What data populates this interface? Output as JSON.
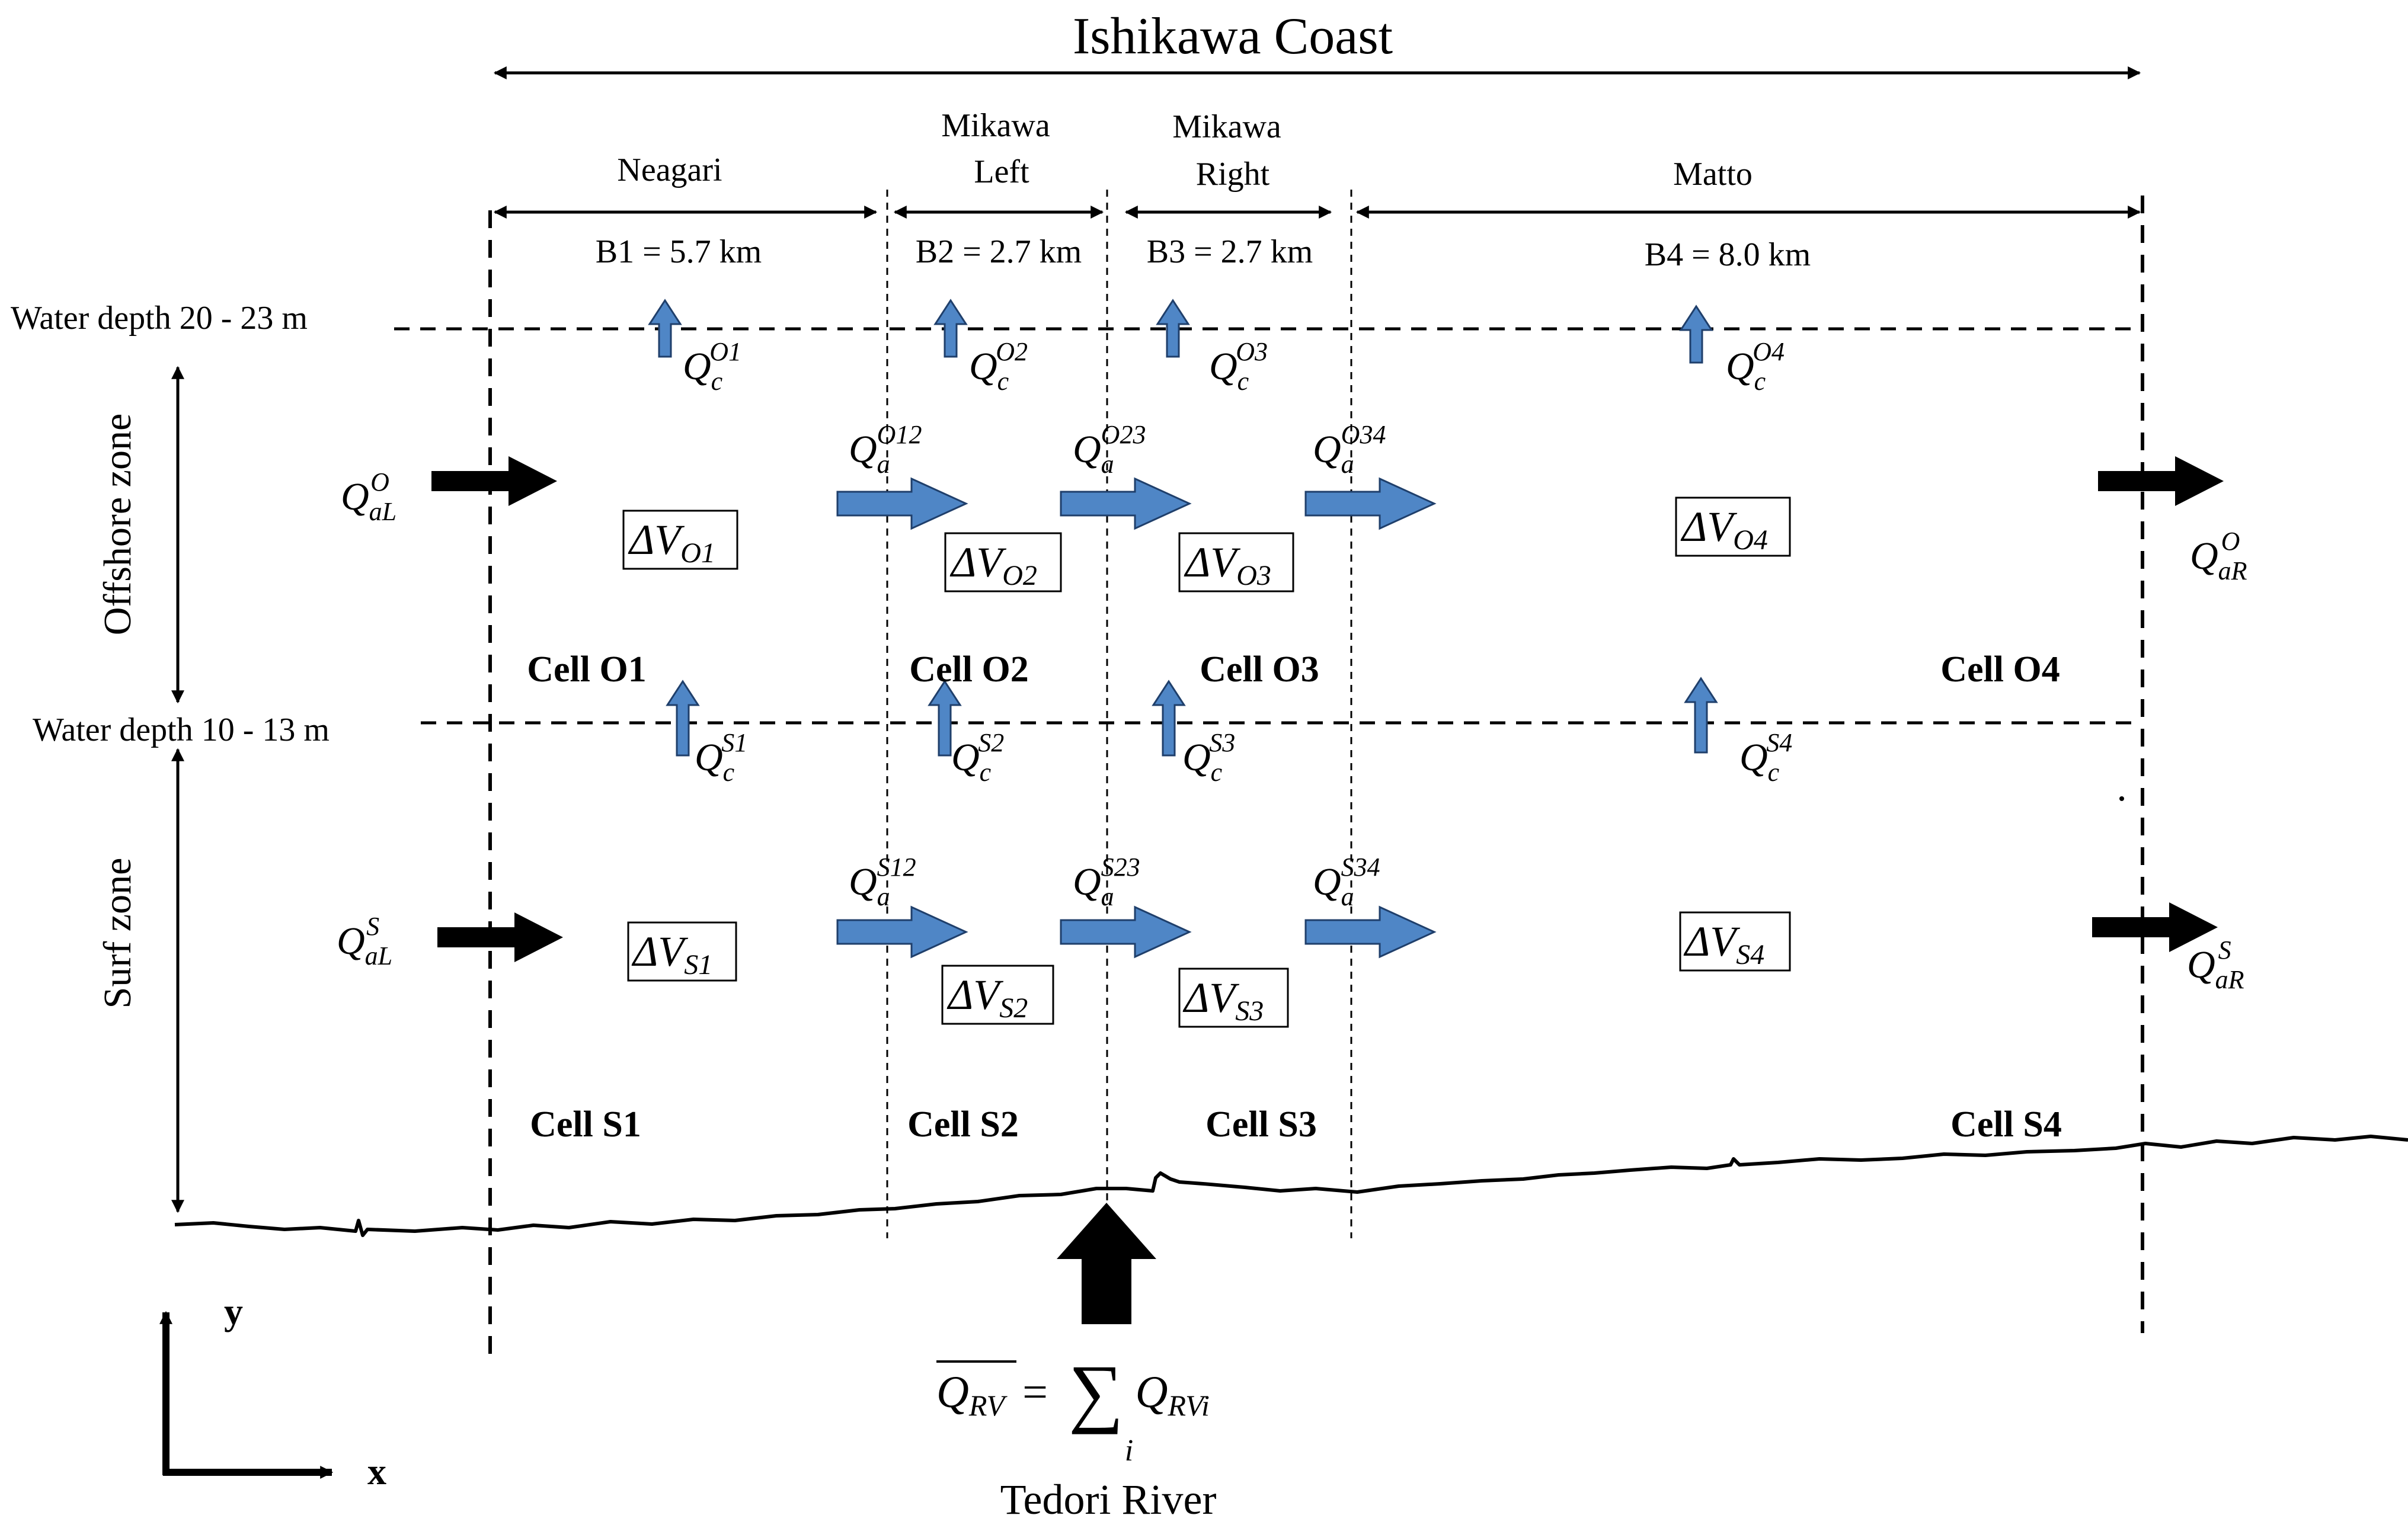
{
  "coast": {
    "title": "Ishikawa Coast"
  },
  "segments": [
    {
      "name_lines": [
        "Neagari"
      ],
      "width_label": "B1 = 5.7 km"
    },
    {
      "name_lines": [
        "Mikawa",
        "Left"
      ],
      "width_label": "B2 = 2.7 km"
    },
    {
      "name_lines": [
        "Mikawa",
        "Right"
      ],
      "width_label": "B3 = 2.7 km"
    },
    {
      "name_lines": [
        "Matto"
      ],
      "width_label": "B4 = 8.0 km"
    }
  ],
  "depth_labels": {
    "offshore_boundary": "Water depth 20 - 23 m",
    "surf_boundary": "Water depth 10 - 13 m"
  },
  "zones": {
    "offshore": "Offshore zone",
    "surf": "Surf zone"
  },
  "cells": {
    "offshore": [
      "Cell O1",
      "Cell O2",
      "Cell O3",
      "Cell O4"
    ],
    "surf": [
      "Cell S1",
      "Cell S2",
      "Cell S3",
      "Cell S4"
    ]
  },
  "volume_changes": {
    "offshore": [
      {
        "sym": "ΔV",
        "sub": "O1"
      },
      {
        "sym": "ΔV",
        "sub": "O2"
      },
      {
        "sym": "ΔV",
        "sub": "O3"
      },
      {
        "sym": "ΔV",
        "sub": "O4"
      }
    ],
    "surf": [
      {
        "sym": "ΔV",
        "sub": "S1"
      },
      {
        "sym": "ΔV",
        "sub": "S2"
      },
      {
        "sym": "ΔV",
        "sub": "S3"
      },
      {
        "sym": "ΔV",
        "sub": "S4"
      }
    ]
  },
  "cross_shore_fluxes": {
    "offshore": [
      {
        "sym": "Q",
        "sub": "c",
        "sup": "O1"
      },
      {
        "sym": "Q",
        "sub": "c",
        "sup": "O2"
      },
      {
        "sym": "Q",
        "sub": "c",
        "sup": "O3"
      },
      {
        "sym": "Q",
        "sub": "c",
        "sup": "O4"
      }
    ],
    "surf": [
      {
        "sym": "Q",
        "sub": "c",
        "sup": "S1"
      },
      {
        "sym": "Q",
        "sub": "c",
        "sup": "S2"
      },
      {
        "sym": "Q",
        "sub": "c",
        "sup": "S3"
      },
      {
        "sym": "Q",
        "sub": "c",
        "sup": "S4"
      }
    ]
  },
  "alongshore_fluxes": {
    "offshore": [
      {
        "sym": "Q",
        "sub": "a",
        "sup": "O12"
      },
      {
        "sym": "Q",
        "sub": "a",
        "sup": "O23"
      },
      {
        "sym": "Q",
        "sub": "a",
        "sup": "O34"
      }
    ],
    "surf": [
      {
        "sym": "Q",
        "sub": "a",
        "sup": "S12"
      },
      {
        "sym": "Q",
        "sub": "a",
        "sup": "S23"
      },
      {
        "sym": "Q",
        "sub": "a",
        "sup": "S34"
      }
    ]
  },
  "boundary_fluxes": {
    "offshore_left": {
      "sym": "Q",
      "sub": "aL",
      "sup": "O"
    },
    "offshore_right": {
      "sym": "Q",
      "sub": "aR",
      "sup": "O"
    },
    "surf_left": {
      "sym": "Q",
      "sub": "aL",
      "sup": "S"
    },
    "surf_right": {
      "sym": "Q",
      "sub": "aR",
      "sup": "S"
    }
  },
  "river": {
    "name": "Tedori River",
    "mean_symbol": "Q",
    "mean_sub": "RV",
    "equals": "=",
    "sum_symbol": "∑",
    "sum_index": "i",
    "term_symbol": "Q",
    "term_sub": "RVi"
  },
  "axes": {
    "x": "x",
    "y": "y"
  },
  "colors": {
    "flux_arrow": "#4f86c6",
    "flux_arrow_stroke": "#1f3f6b",
    "boundary_arrow": "#000000",
    "line": "#000000"
  }
}
